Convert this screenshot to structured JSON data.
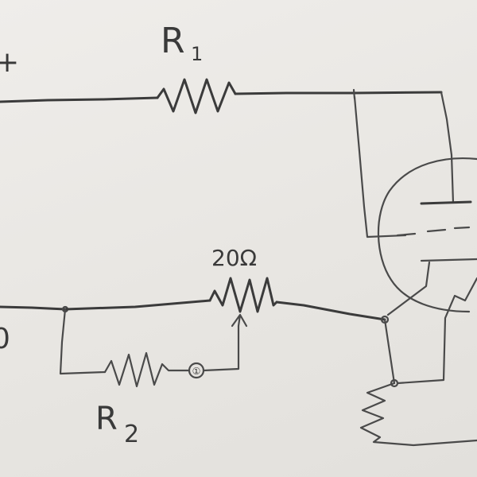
{
  "labels": {
    "r1": "R",
    "r1_sub": "1",
    "r2": "R",
    "r2_sub": "2",
    "pot": "20Ω",
    "meter": "①",
    "left_top": "+",
    "left_bottom": "0"
  },
  "colors": {
    "ink": "#3b3b3b",
    "paper": "#e9e7e3"
  }
}
